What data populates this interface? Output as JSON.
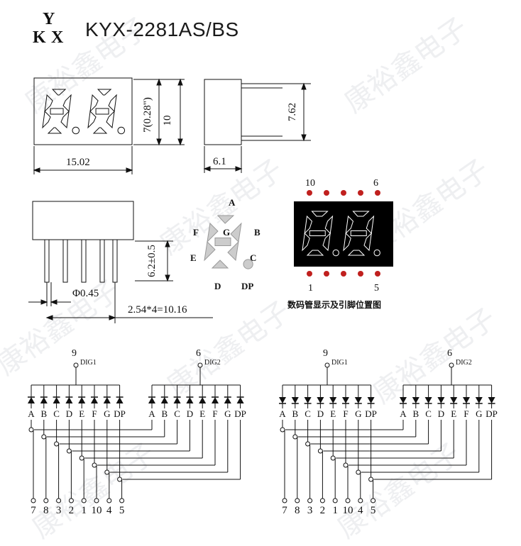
{
  "header": {
    "title": "KYX-2281AS/BS",
    "logo_letters": [
      "Y",
      "K",
      "X"
    ]
  },
  "front_view": {
    "width_dim": "15.02",
    "height_dim": "10",
    "digit_dim": "7(0.28\")"
  },
  "side_view": {
    "width_dim": "6.1",
    "pin_dim": "7.62"
  },
  "bottom_view": {
    "pin_length": "6.2±0.5",
    "pin_dia": "Φ0.45",
    "pitch": "2.54*4=10.16"
  },
  "segment_labels": {
    "a": "A",
    "b": "B",
    "c": "C",
    "d": "D",
    "e": "E",
    "f": "F",
    "g": "G",
    "dp": "DP"
  },
  "pinout": {
    "top_left": "10",
    "top_right": "6",
    "bottom_left": "1",
    "bottom_right": "5",
    "caption": "数码管显示及引脚位置图"
  },
  "circuit": {
    "left_label": "9",
    "left_dig": "DIG1",
    "right_label": "6",
    "right_dig": "DIG2",
    "segments": [
      "A",
      "B",
      "C",
      "D",
      "E",
      "F",
      "G",
      "DP"
    ],
    "pins": [
      "7",
      "8",
      "3",
      "2",
      "1",
      "10",
      "4",
      "5"
    ]
  },
  "watermark": "康裕鑫电子",
  "colors": {
    "logo_red": "#e8262b",
    "logo_green": "#33a02c",
    "logo_blue": "#2b55c8",
    "pin_dot": "#c0201e",
    "display_bg": "#000000",
    "segment_gray": "#cccccc"
  }
}
